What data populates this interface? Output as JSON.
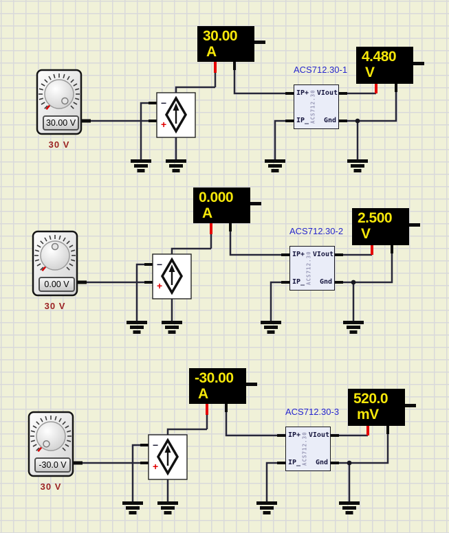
{
  "colors": {
    "meter_text": "#f5e70a",
    "meter_background": "#000000",
    "ref_label_blue": "#2525cd",
    "annotation_red": "#9b2222",
    "wire": "#262639",
    "positive_pin_red": "#e60000"
  },
  "ic_pins": {
    "ip_plus": "IP+",
    "ip_minus": "IP_",
    "viout": "VIout",
    "gnd": "Gnd"
  },
  "source_labels": {
    "neg": "−",
    "pos": "+"
  },
  "rows": [
    {
      "source_knob": {
        "value": "30.00 V",
        "label": "30 V",
        "angle": 140
      },
      "ammeter": {
        "value": "30.00",
        "unit": "A"
      },
      "sensor": {
        "ref": "ACS712.30-1",
        "part": "ACS712.30"
      },
      "voltmeter": {
        "value": "4.480",
        "unit": "V"
      }
    },
    {
      "source_knob": {
        "value": "0.00 V",
        "label": "30 V",
        "angle": 0
      },
      "ammeter": {
        "value": "0.000",
        "unit": "A"
      },
      "sensor": {
        "ref": "ACS712.30-2",
        "part": "ACS712.30"
      },
      "voltmeter": {
        "value": "2.500",
        "unit": "V"
      }
    },
    {
      "source_knob": {
        "value": "-30.0 V",
        "label": "30 V",
        "angle": -150
      },
      "ammeter": {
        "value": "-30.00",
        "unit": "A"
      },
      "sensor": {
        "ref": "ACS712.30-3",
        "part": "ACS712.30"
      },
      "voltmeter": {
        "value": "520.0",
        "unit": "mV"
      }
    }
  ]
}
